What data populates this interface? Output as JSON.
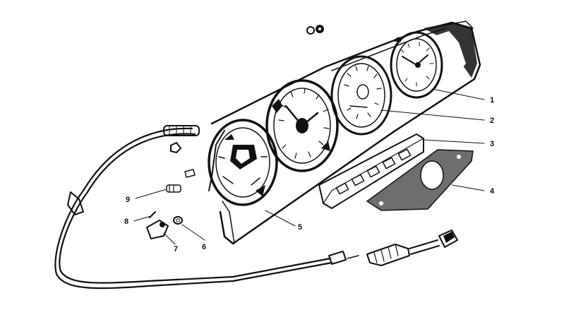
{
  "callouts": [
    {
      "id": "1",
      "label": "1"
    },
    {
      "id": "2",
      "label": "2"
    },
    {
      "id": "3",
      "label": "3"
    },
    {
      "id": "4",
      "label": "4"
    },
    {
      "id": "5",
      "label": "5"
    },
    {
      "id": "6",
      "label": "6"
    },
    {
      "id": "7",
      "label": "7"
    },
    {
      "id": "8",
      "label": "8"
    },
    {
      "id": "9",
      "label": "9"
    }
  ],
  "colors": {
    "ink": "#111111",
    "paper": "#ffffff",
    "gasket": "#6e6e6e"
  }
}
